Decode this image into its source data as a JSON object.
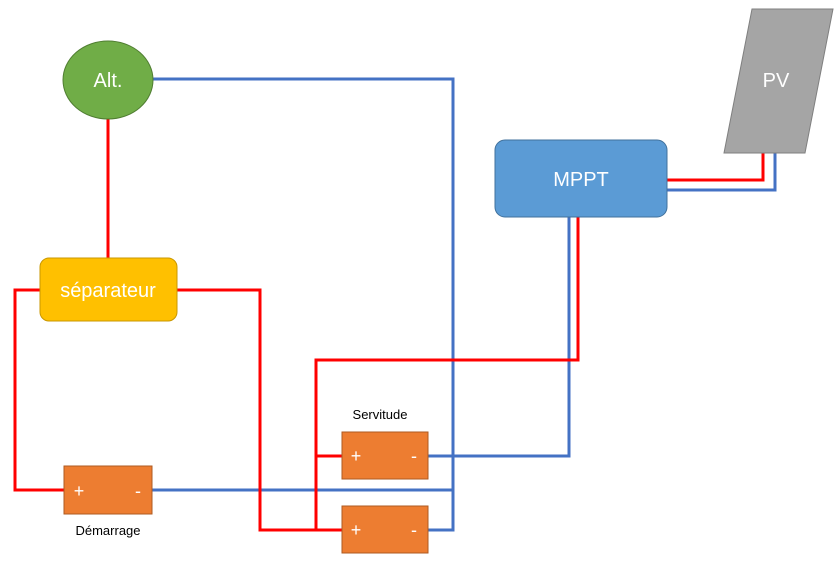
{
  "nodes": {
    "alternator": {
      "label": "Alt."
    },
    "separator": {
      "label": "séparateur"
    },
    "mppt": {
      "label": "MPPT"
    },
    "pv": {
      "label": "PV"
    }
  },
  "batteries": {
    "starter": {
      "label": "Démarrage",
      "plus": "+",
      "minus": "-"
    },
    "service_1": {
      "label": "Servitude",
      "plus": "+",
      "minus": "-"
    },
    "service_2": {
      "plus": "+",
      "minus": "-"
    }
  },
  "colors": {
    "positive_wire": "#ff0000",
    "negative_wire": "#4472c4",
    "alternator_fill": "#70ad47",
    "separator_fill": "#ffc000",
    "mppt_fill": "#5b9bd5",
    "pv_fill": "#a5a5a5",
    "battery_fill": "#ed7d31"
  }
}
